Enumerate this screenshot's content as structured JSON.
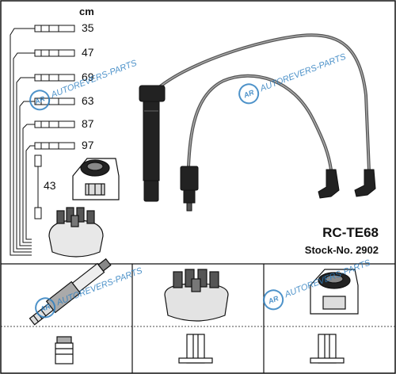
{
  "unit_label": "cm",
  "cable_lengths": [
    "35",
    "47",
    "69",
    "63",
    "87",
    "97"
  ],
  "extra_length": "43",
  "product": {
    "model": "RC-TE68",
    "stock_number": "Stock-No. 2902"
  },
  "watermark": "AUTOREVERS-PARTS",
  "colors": {
    "line": "#111111",
    "cable": "#6a6a6a",
    "watermark": "#2e7fc0"
  },
  "icons": [
    "spark-plug-icon",
    "distributor-cap-icon",
    "ignition-coil-icon",
    "plug-connector-icon",
    "cap-terminal-icon",
    "coil-terminal-icon"
  ]
}
